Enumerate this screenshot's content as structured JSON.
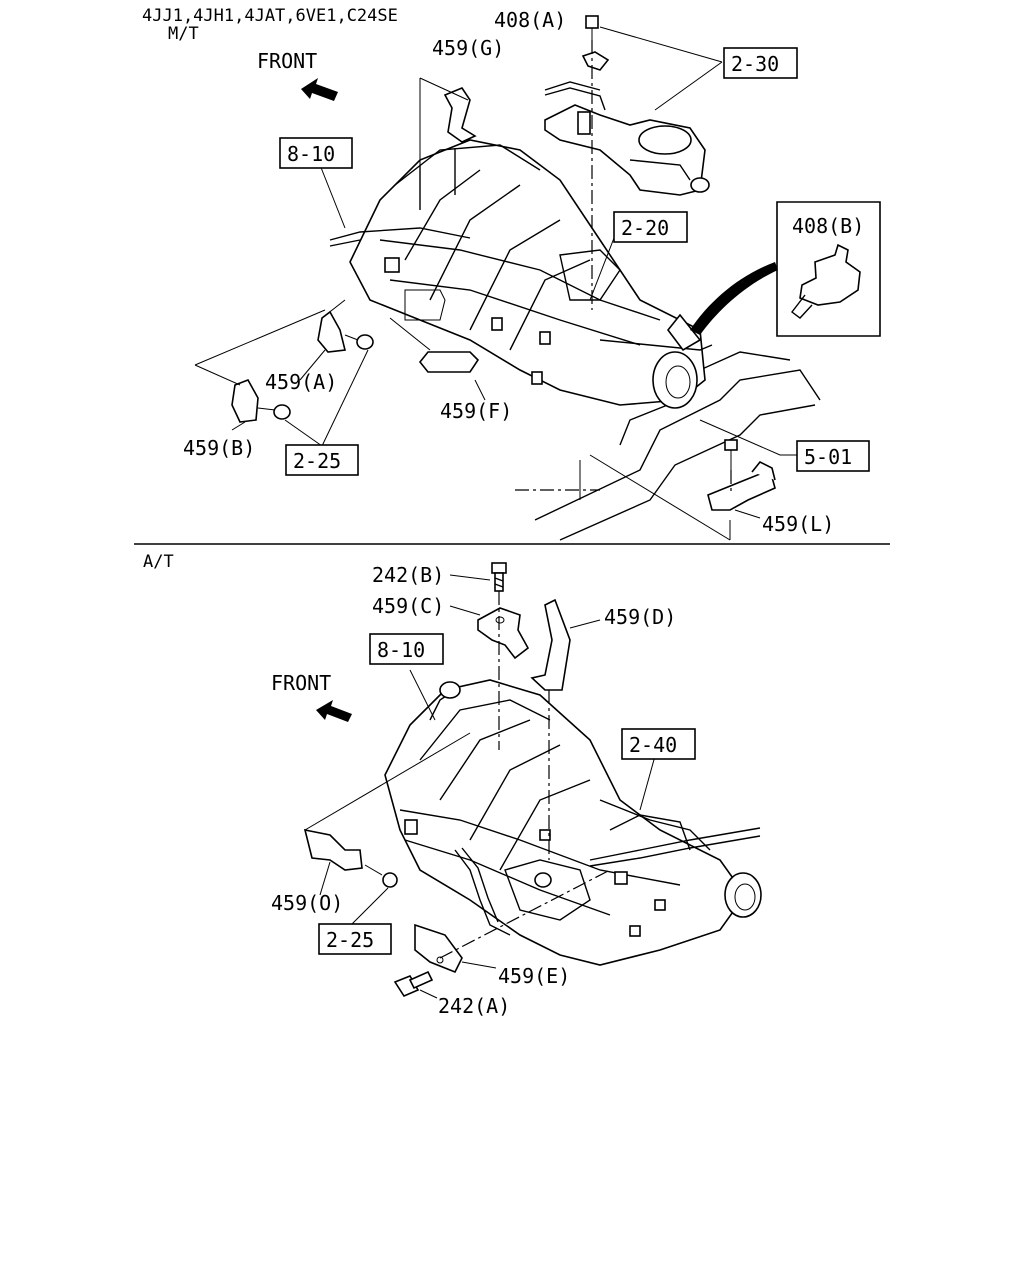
{
  "header": {
    "engine_codes": "4JJ1,4JH1,4JAT,6VE1,C24SE",
    "mt_label": "M/T",
    "at_label": "A/T"
  },
  "mt": {
    "front_label": "FRONT",
    "labels": {
      "p408a": "408(A)",
      "p459g": "459(G)",
      "p408b": "408(B)",
      "p459a": "459(A)",
      "p459b": "459(B)",
      "p459f": "459(F)",
      "p459l": "459(L)"
    },
    "refs": {
      "r230": "2-30",
      "r810": "8-10",
      "r220": "2-20",
      "r225": "2-25",
      "r501": "5-01"
    }
  },
  "at": {
    "front_label": "FRONT",
    "labels": {
      "p242b": "242(B)",
      "p459c": "459(C)",
      "p459d": "459(D)",
      "p459o": "459(O)",
      "p459e": "459(E)",
      "p242a": "242(A)"
    },
    "refs": {
      "r810": "8-10",
      "r240": "2-40",
      "r225": "2-25"
    }
  }
}
